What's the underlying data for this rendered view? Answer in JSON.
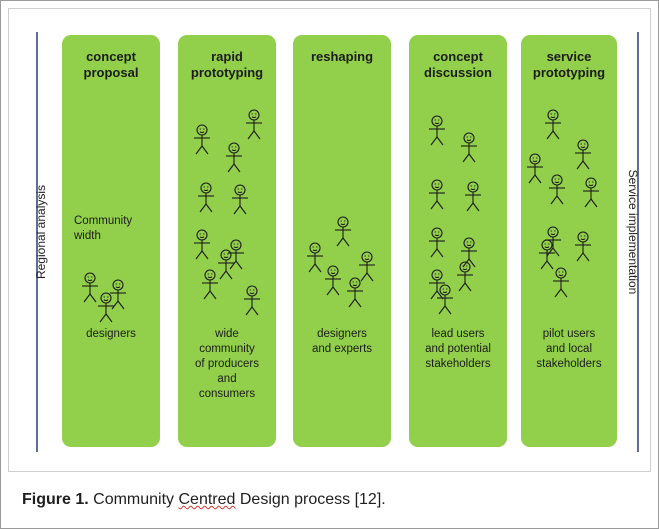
{
  "diagram": {
    "left_label": "Regional analysis",
    "right_label": "Service implementation",
    "columns": [
      {
        "id": "concept-proposal",
        "title": "concept\nproposal",
        "mid_text": "Community\nwidth",
        "bottom_text": "designers",
        "people_count": 3
      },
      {
        "id": "rapid-prototyping",
        "title": "rapid\nprototyping",
        "bottom_text": "wide\ncommunity\nof producers\nand\nconsumers",
        "people_count": 10
      },
      {
        "id": "reshaping",
        "title": "reshaping",
        "bottom_text": "designers\nand experts",
        "people_count": 5
      },
      {
        "id": "concept-discussion",
        "title": "concept\ndiscussion",
        "bottom_text": "lead users\nand potential\nstakeholders",
        "people_count": 9
      },
      {
        "id": "service-prototyping",
        "title": "service\nprototyping",
        "bottom_text": "pilot users\nand local\nstakeholders",
        "people_count": 9
      }
    ]
  },
  "caption": {
    "label": "Figure 1.",
    "text_before": "Community ",
    "text_misspelled": "Centred",
    "text_after": " Design process [12]."
  },
  "colors": {
    "column_fill": "#92cf4a",
    "stick_figure": "#1c1c1c",
    "axis_line": "#5e6e9c",
    "spellcheck_underline": "#d0392b"
  }
}
